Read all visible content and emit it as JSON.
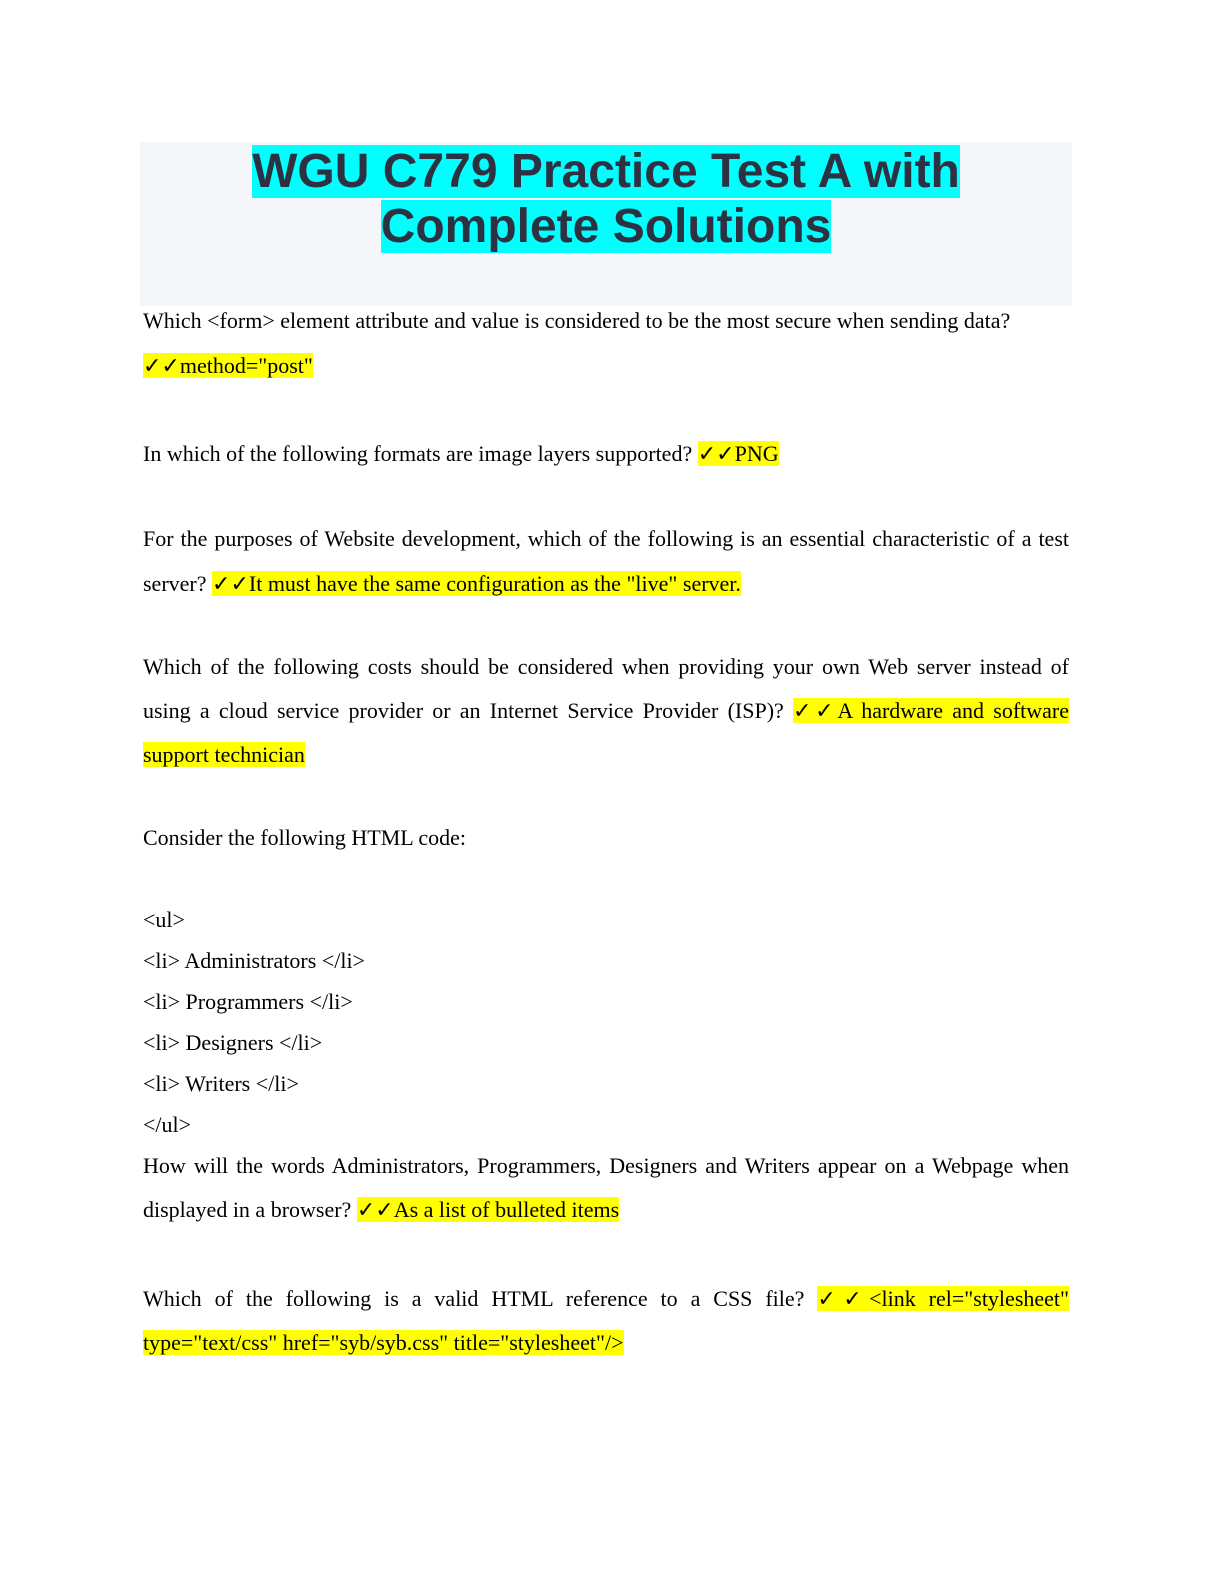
{
  "title": {
    "line1": "WGU C779 Practice Test A with",
    "line2": "Complete Solutions"
  },
  "questions": [
    {
      "q": "Which <form> element attribute and value is considered to be the most secure when sending data?",
      "a": "✓✓method=\"post\""
    },
    {
      "q": "In which of the following formats are image layers supported?",
      "a": "✓✓PNG"
    },
    {
      "q": "For the purposes of Website development, which of the following is an essential characteristic of a test server?",
      "a": "✓✓It must have the same configuration as the \"live\" server."
    },
    {
      "q": "Which of the following costs should be considered when providing your own Web server instead of using a cloud service provider or an Internet Service Provider (ISP)?",
      "a": "✓✓A hardware and software support technician"
    },
    {
      "q": "How will the words Administrators, Programmers, Designers and Writers appear on a Webpage when displayed in a browser?",
      "a": "✓✓As a list of bulleted items"
    },
    {
      "q": "Which of the following is a valid HTML reference to a CSS file?",
      "a": "✓✓<link rel=\"stylesheet\" type=\"text/css\" href=\"syb/syb.css\" title=\"stylesheet\"/>"
    }
  ],
  "code_intro": "Consider the following HTML code:",
  "code_lines": [
    "<ul>",
    "<li> Administrators </li>",
    "<li> Programmers </li>",
    "<li> Designers </li>",
    "<li> Writers </li>",
    "</ul>"
  ]
}
